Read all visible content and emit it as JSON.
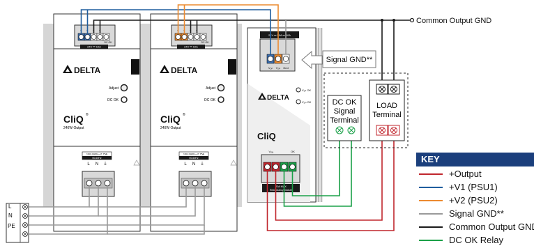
{
  "psu1": {
    "terminal_labels": [
      "+",
      "+",
      "−",
      "−",
      "DC OK"
    ],
    "rating_label": "24V ⎓ 10A",
    "brand": "DELTA",
    "adjust_label": "Adjust",
    "dcok_label": "DC OK",
    "series_logo": "CliQ",
    "series_mark": "®",
    "output_label": "240W Output",
    "input_rating_line1": "100-240V⁓2.75A",
    "input_rating_line2": "50-60Hz",
    "input_terminals": [
      "L",
      "N",
      "⏚"
    ]
  },
  "psu2": {
    "terminal_labels": [
      "+",
      "+",
      "−",
      "−",
      "DC OK"
    ],
    "rating_label": "24V ⎓ 10A",
    "brand": "DELTA",
    "adjust_label": "Adjust",
    "dcok_label": "DC OK",
    "series_logo": "CliQ",
    "series_mark": "®",
    "output_label": "240W Output",
    "input_rating_line1": "100-240V⁓2.75A",
    "input_rating_line2": "50-60Hz",
    "input_terminals": [
      "L",
      "N",
      "⏚"
    ]
  },
  "redundancy_module": {
    "top_rating": "24V ⎓ 20A ⎓ 10A",
    "input_labels": [
      "V₁ᵢₙ",
      "V₂ᵢₙ",
      "Gnd"
    ],
    "brand": "DELTA",
    "v1_ok": "V₁ᵢₙ OK",
    "v2_ok": "V₂ᵢₙ OK",
    "series_logo": "CliQ",
    "out_label": "Vₒᵤₜ",
    "ok_label": "OK",
    "bottom_label_line1": "20A MAX",
    "bottom_label_line2": "Redundancy Module"
  },
  "callouts": {
    "common_output_gnd": "Common Output GND",
    "signal_gnd": "Signal GND**",
    "dcok_terminal": [
      "DC OK",
      "Signal",
      "Terminal"
    ],
    "load_terminal": [
      "LOAD",
      "Terminal"
    ]
  },
  "mains_labels": [
    "L",
    "N",
    "PE"
  ],
  "key": {
    "title": "KEY",
    "items": [
      {
        "label": "+Output",
        "color": "#c0262d"
      },
      {
        "label": "+V1 (PSU1)",
        "color": "#1f5d9e"
      },
      {
        "label": "+V2 (PSU2)",
        "color": "#ec8a2f"
      },
      {
        "label": "Signal GND**",
        "color": "#9a9a9a"
      },
      {
        "label": "Common Output GND",
        "color": "#1a1a1a"
      },
      {
        "label": "DC OK Relay",
        "color": "#1aa048"
      }
    ]
  },
  "colors": {
    "plus_output": "#c0262d",
    "v1": "#1f5d9e",
    "v2": "#ec8a2f",
    "signal_gnd": "#9a9a9a",
    "common_gnd": "#1a1a1a",
    "dcok_relay": "#1aa048",
    "key_header": "#1b3f7c"
  }
}
